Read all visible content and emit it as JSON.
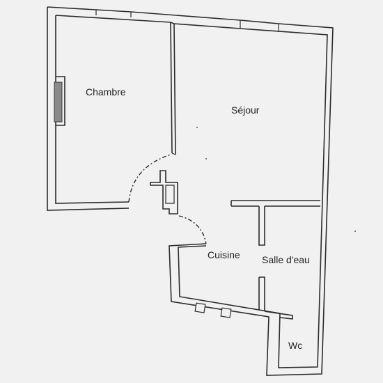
{
  "rooms": {
    "chambre": "Chambre",
    "sejour": "Séjour",
    "cuisine": "Cuisine",
    "salle_eau": "Salle d'eau",
    "wc": "Wc"
  },
  "colors": {
    "background": "#f1f1f1",
    "walls": "#2b2b2b",
    "radiator": "#8a8a8a"
  }
}
